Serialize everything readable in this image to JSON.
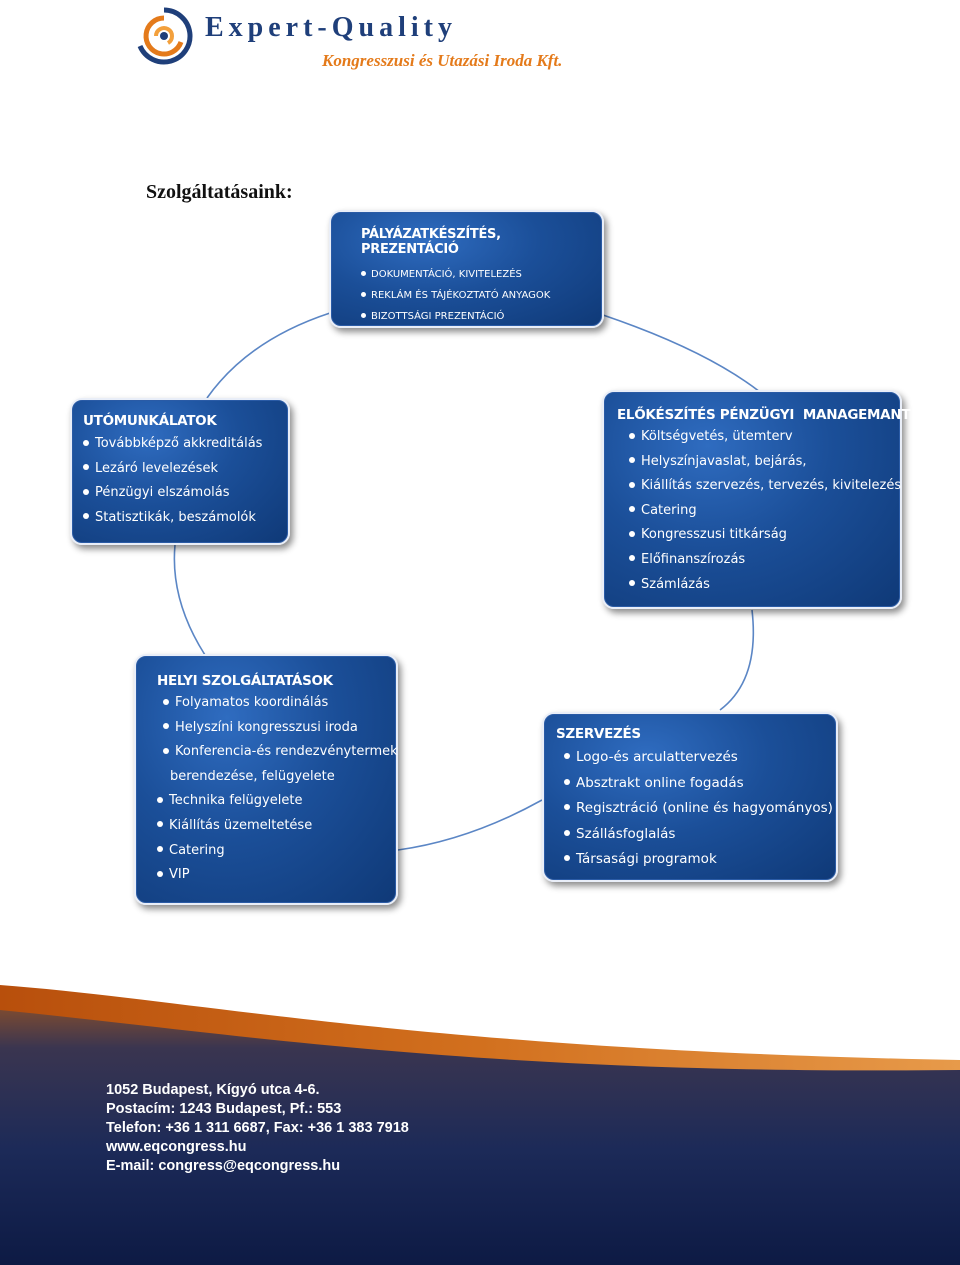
{
  "header": {
    "brand_name": "Expert-Quality",
    "brand_subtitle": "Kongresszusi és Utazási Iroda Kft.",
    "logo_icon": "swirl-logo-icon"
  },
  "section_heading": "Szolgáltatásaink:",
  "boxes": {
    "palyazat": {
      "title": "PÁLYÁZATKÉSZÍTÉS, PREZENTÁCIÓ",
      "items": [
        "DOKUMENTÁCIÓ, KIVITELEZÉS",
        "REKLÁM ÉS TÁJÉKOZTATÓ ANYAGOK",
        "BIZOTTSÁGI PREZENTÁCIÓ"
      ]
    },
    "utomunka": {
      "title": "UTÓMUNKÁLATOK",
      "items": [
        "Továbbképző akkreditálás",
        "Lezáró levelezések",
        "Pénzügyi elszámolás",
        "Statisztikák, beszámolók"
      ]
    },
    "elokeszites": {
      "title": "ELŐKÉSZÍTÉS PÉNZÜGYI  MANAGEMANT",
      "items": [
        "Költségvetés, ütemterv",
        "Helyszínjavaslat, bejárás,",
        "Kiállítás szervezés, tervezés, kivitelezés",
        "Catering",
        "Kongresszusi titkárság",
        "Előfinanszírozás",
        "Számlázás"
      ]
    },
    "helyi": {
      "title": "HELYI SZOLGÁLTATÁSOK",
      "items": [
        "Folyamatos koordinálás",
        "Helyszíni kongresszusi iroda",
        "Konferencia-és rendezvénytermek",
        "berendezése, felügyelete",
        "Technika felügyelete",
        "Kiállítás üzemeltetése",
        "Catering",
        "VIP"
      ]
    },
    "szervezes": {
      "title": "SZERVEZÉS",
      "items": [
        "Logo-és arculattervezés",
        "Absztrakt online fogadás",
        "Regisztráció (online és hagyományos)",
        "Szállásfoglalás",
        "Társasági programok"
      ]
    }
  },
  "footer": {
    "address": "1052 Budapest, Kígyó utca 4-6.",
    "postal": "Postacím: 1243 Budapest, Pf.: 553",
    "phone": "Telefon: +36 1 311 6687, Fax: +36 1 383 7918",
    "web": "www.eqcongress.hu",
    "email": "E-mail: congress@eqcongress.hu"
  },
  "colors": {
    "brand_blue": "#1f3f7a",
    "brand_orange": "#e47a1a",
    "box_blue": "#1b4f99",
    "footer_navy": "#1a2a55",
    "footer_orange": "#c85a10"
  }
}
